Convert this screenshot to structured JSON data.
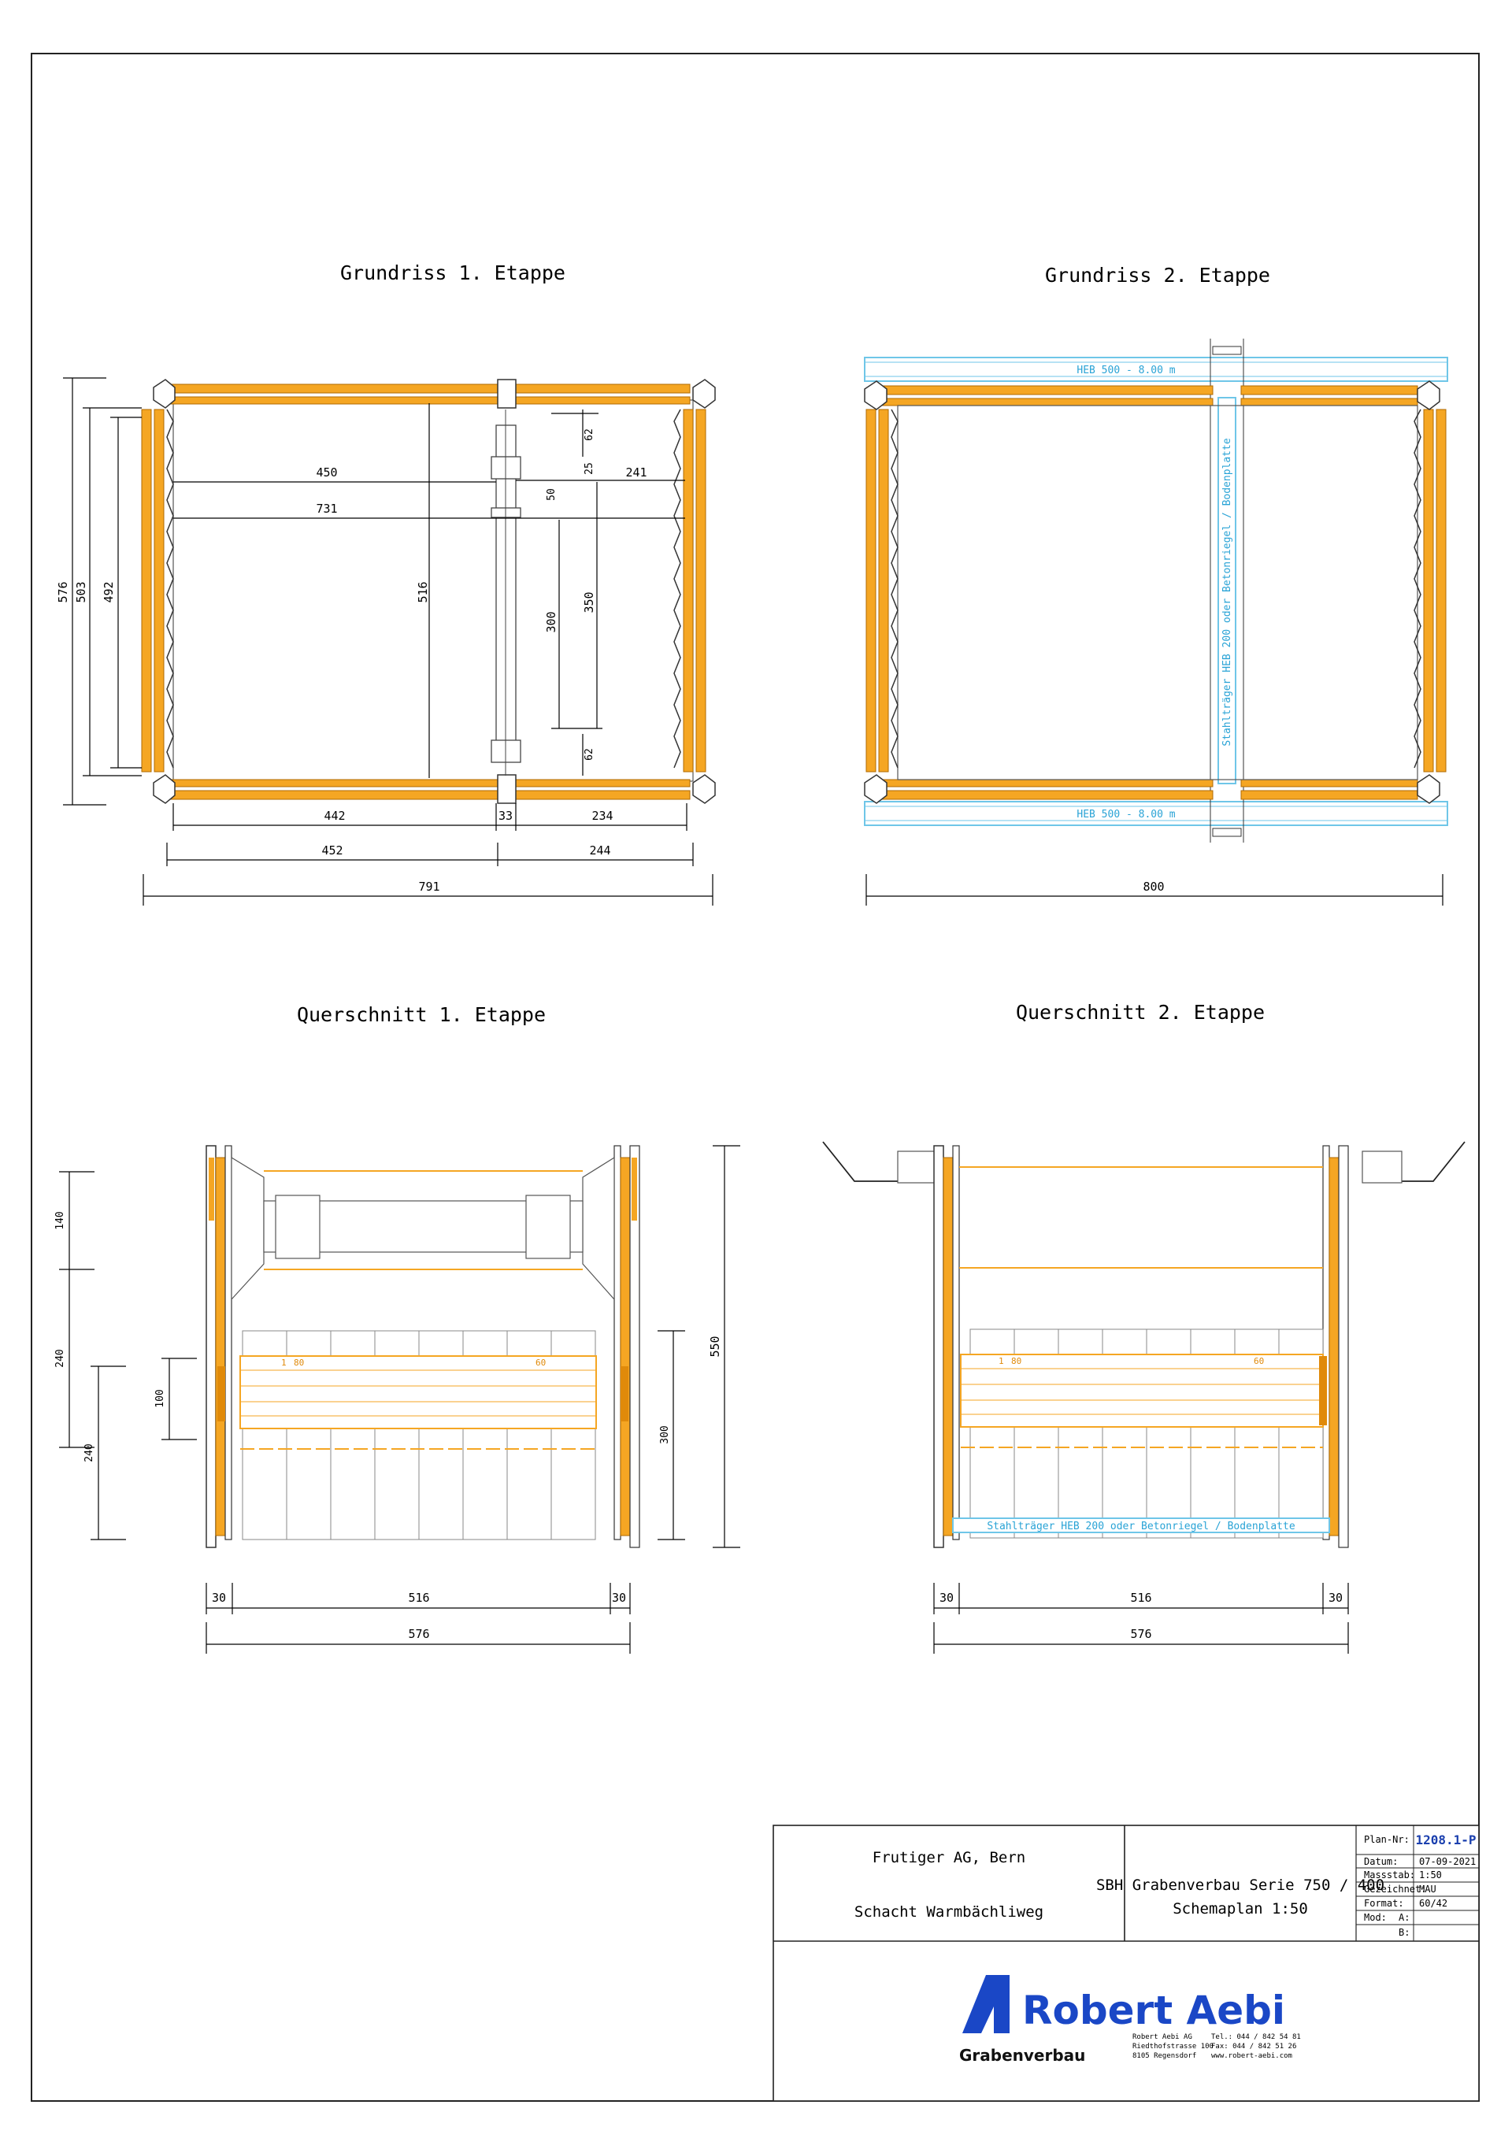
{
  "views": {
    "plan1": {
      "title": "Grundriss 1. Etappe",
      "dims": {
        "d450": "450",
        "d731": "731",
        "d241": "241",
        "d62a": "62",
        "d25": "25",
        "d50": "50",
        "d516": "516",
        "d300": "300",
        "d350": "350",
        "d62b": "62",
        "d576": "576",
        "d503": "503",
        "d492": "492",
        "d442": "442",
        "d33": "33",
        "d234": "234",
        "d452": "452",
        "d244": "244",
        "d791": "791"
      }
    },
    "plan2": {
      "title": "Grundriss 2. Etappe",
      "beam_top": "HEB 500 -  8.00 m",
      "beam_bottom": "HEB 500 -  8.00 m",
      "strut": "Stahlträger HEB 200 oder Betonriegel / Bodenplatte",
      "dims": {
        "d800": "800"
      }
    },
    "section1": {
      "title": "Querschnitt 1. Etappe",
      "dims": {
        "d140": "140",
        "d240a": "240",
        "d240b": "240",
        "d100": "100",
        "d550": "550",
        "d300": "300",
        "d30a": "30",
        "d516": "516",
        "d30b": "30",
        "d576": "576"
      },
      "marks": {
        "m1": "1",
        "m2": "80",
        "m3": "60"
      }
    },
    "section2": {
      "title": "Querschnitt 2. Etappe",
      "strut": "Stahlträger HEB 200 oder Betonriegel / Bodenplatte",
      "dims": {
        "d30a": "30",
        "d516": "516",
        "d30b": "30",
        "d576": "576"
      },
      "marks": {
        "m1": "1",
        "m2": "80",
        "m3": "60"
      }
    }
  },
  "title_block": {
    "client": "Frutiger AG, Bern",
    "project": "Schacht Warmbächliweg",
    "system_line1": "SBH Grabenverbau Serie 750 / 400",
    "system_line2": "Schemaplan 1:50",
    "fields": [
      {
        "label": "Plan-Nr:",
        "value": "1208.1-P"
      },
      {
        "label": "Datum:",
        "value": "07-09-2021"
      },
      {
        "label": "Massstab:",
        "value": "1:50"
      },
      {
        "label": "Gezeichnet:",
        "value": "MAU"
      },
      {
        "label": "Format:",
        "value": "60/42"
      },
      {
        "label": "Mod:",
        "value": "A:"
      },
      {
        "label": "",
        "value": "B:"
      }
    ],
    "company": {
      "name": "Robert Aebi",
      "sub": "Grabenverbau",
      "address": [
        "Robert Aebi AG",
        "Riedthofstrasse 100",
        "8105 Regensdorf"
      ],
      "contact": [
        "Tel.: 044 / 842 54 81",
        "Fax: 044 / 842 51 26",
        "www.robert-aebi.com"
      ]
    }
  },
  "colors": {
    "orange": "#f5a623",
    "orange_dark": "#e08a0a",
    "cyan": "#6fc6e8",
    "line": "#000000",
    "grey": "#8a8a8a"
  }
}
